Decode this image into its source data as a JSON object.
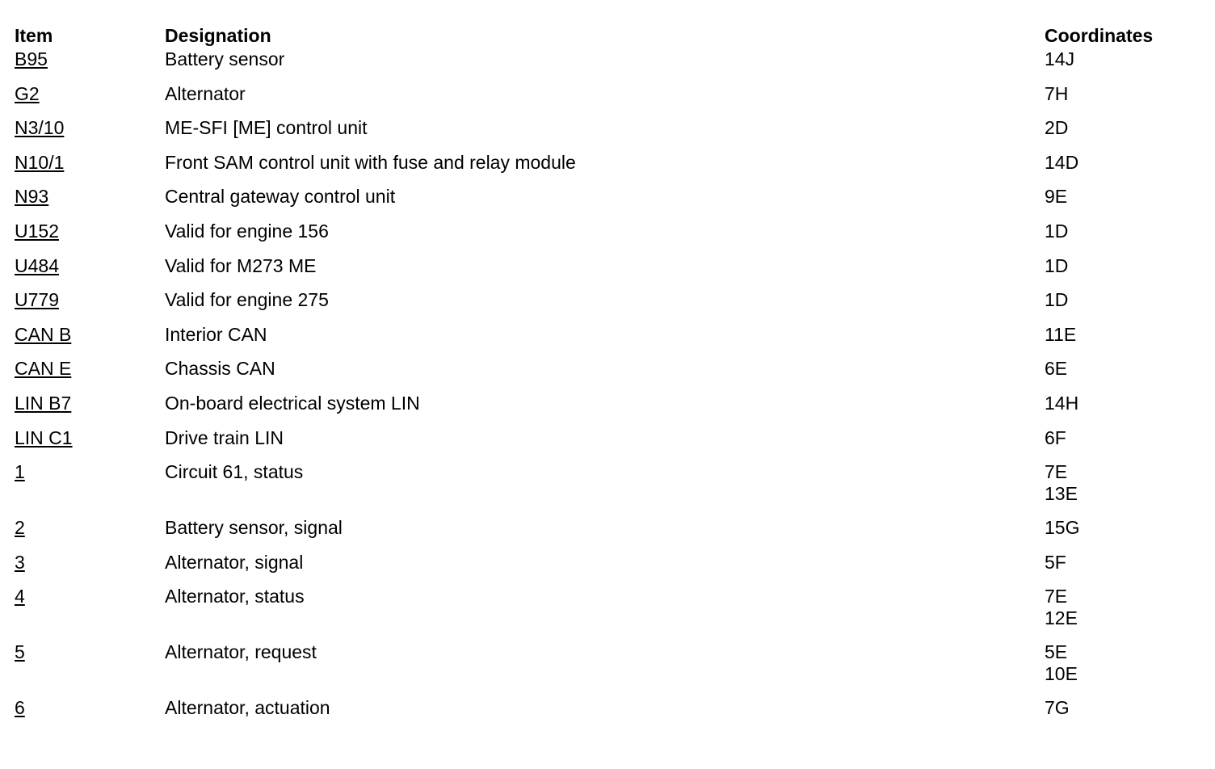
{
  "header": {
    "item": "Item",
    "designation": "Designation",
    "coordinates": "Coordinates"
  },
  "rows": [
    {
      "item": "B95",
      "designation": "Battery sensor",
      "coordinates": [
        "14J"
      ]
    },
    {
      "item": "G2",
      "designation": "Alternator",
      "coordinates": [
        "7H"
      ]
    },
    {
      "item": "N3/10",
      "designation": "ME-SFI [ME] control unit",
      "coordinates": [
        "2D"
      ]
    },
    {
      "item": "N10/1",
      "designation": "Front SAM control unit with fuse and relay module",
      "coordinates": [
        "14D"
      ]
    },
    {
      "item": "N93",
      "designation": "Central gateway control unit",
      "coordinates": [
        "9E"
      ]
    },
    {
      "item": "U152",
      "designation": "Valid for engine 156",
      "coordinates": [
        "1D"
      ]
    },
    {
      "item": "U484",
      "designation": "Valid for M273 ME",
      "coordinates": [
        "1D"
      ]
    },
    {
      "item": "U779",
      "designation": "Valid for engine 275",
      "coordinates": [
        "1D"
      ]
    },
    {
      "item": "CAN B",
      "designation": "Interior CAN",
      "coordinates": [
        "11E"
      ]
    },
    {
      "item": "CAN E",
      "designation": "Chassis CAN",
      "coordinates": [
        "6E"
      ]
    },
    {
      "item": "LIN B7",
      "designation": "On-board electrical system LIN",
      "coordinates": [
        "14H"
      ]
    },
    {
      "item": "LIN C1",
      "designation": "Drive train LIN",
      "coordinates": [
        "6F"
      ]
    },
    {
      "item": "1",
      "designation": "Circuit 61, status",
      "coordinates": [
        "7E",
        "13E"
      ]
    },
    {
      "item": "2",
      "designation": "Battery sensor, signal",
      "coordinates": [
        "15G"
      ]
    },
    {
      "item": "3",
      "designation": "Alternator, signal",
      "coordinates": [
        "5F"
      ]
    },
    {
      "item": "4",
      "designation": "Alternator, status",
      "coordinates": [
        "7E",
        "12E"
      ]
    },
    {
      "item": "5",
      "designation": "Alternator, request",
      "coordinates": [
        "5E",
        "10E"
      ]
    },
    {
      "item": "6",
      "designation": "Alternator, actuation",
      "coordinates": [
        "7G"
      ]
    }
  ]
}
